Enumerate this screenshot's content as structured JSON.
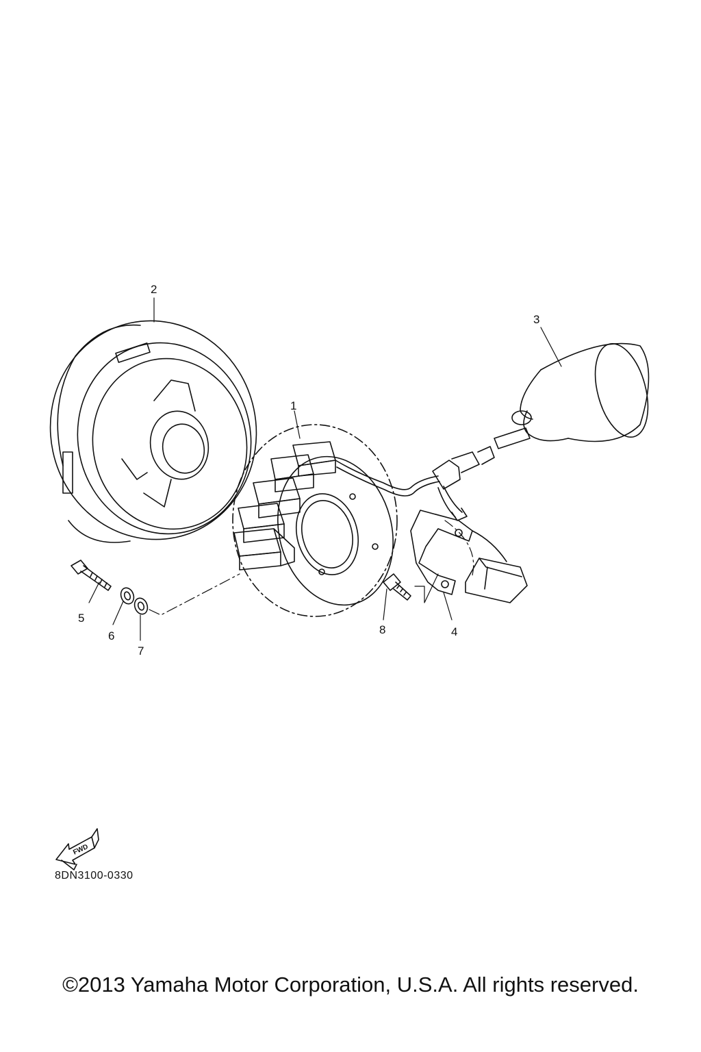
{
  "callouts": {
    "c1": "1",
    "c2": "2",
    "c3": "3",
    "c4": "4",
    "c5": "5",
    "c6": "6",
    "c7": "7",
    "c8": "8"
  },
  "fwd_label": "FWD",
  "drawing_code": "8DN3100-0330",
  "copyright": "©2013 Yamaha Motor Corporation, U.S.A. All rights reserved."
}
